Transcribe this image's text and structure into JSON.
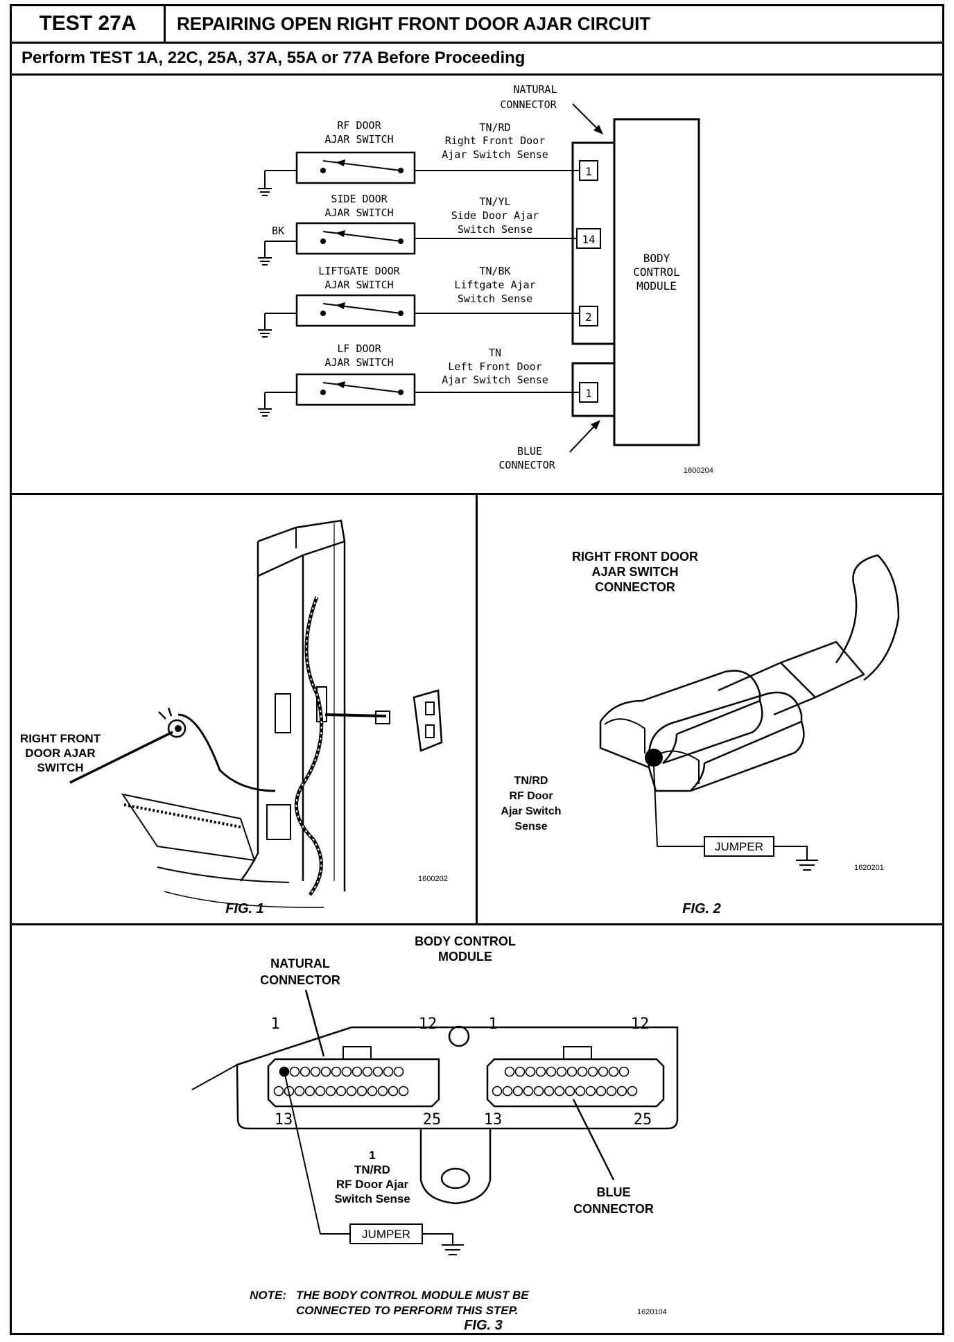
{
  "header": {
    "test_number": "TEST 27A",
    "title": "REPAIRING OPEN RIGHT FRONT DOOR AJAR CIRCUIT",
    "prerequisite": "Perform TEST 1A, 22C, 25A, 37A, 55A or 77A Before Proceeding"
  },
  "schematic": {
    "natural_connector": [
      "NATURAL",
      "CONNECTOR"
    ],
    "blue_connector": [
      "BLUE",
      "CONNECTOR"
    ],
    "module": [
      "BODY",
      "CONTROL",
      "MODULE"
    ],
    "bk_label": "BK",
    "figure_id": "1600204",
    "switches": [
      {
        "name": [
          "RF DOOR",
          "AJAR SWITCH"
        ],
        "wire": [
          "TN/RD",
          "Right Front Door",
          "Ajar Switch Sense"
        ],
        "pin": "1"
      },
      {
        "name": [
          "SIDE DOOR",
          "AJAR SWITCH"
        ],
        "wire": [
          "TN/YL",
          "Side Door Ajar",
          "Switch Sense"
        ],
        "pin": "14"
      },
      {
        "name": [
          "LIFTGATE DOOR",
          "AJAR SWITCH"
        ],
        "wire": [
          "TN/BK",
          "Liftgate Ajar",
          "Switch Sense"
        ],
        "pin": "2"
      },
      {
        "name": [
          "LF DOOR",
          "AJAR SWITCH"
        ],
        "wire": [
          "TN",
          "Left Front Door",
          "Ajar Switch Sense"
        ],
        "pin": "1"
      }
    ]
  },
  "fig1": {
    "label": [
      "RIGHT FRONT",
      "DOOR AJAR",
      "SWITCH"
    ],
    "figure_id": "1600202",
    "caption": "FIG. 1"
  },
  "fig2": {
    "title": [
      "RIGHT FRONT DOOR",
      "AJAR SWITCH",
      "CONNECTOR"
    ],
    "wire_label": [
      "TN/RD",
      "RF Door",
      "Ajar Switch",
      "Sense"
    ],
    "jumper": "JUMPER",
    "figure_id": "1620201",
    "caption": "FIG. 2"
  },
  "fig3": {
    "module": [
      "BODY CONTROL",
      "MODULE"
    ],
    "natural": [
      "NATURAL",
      "CONNECTOR"
    ],
    "blue": [
      "BLUE",
      "CONNECTOR"
    ],
    "pin_labels": {
      "one": "1",
      "twelve": "12",
      "thirteen": "13",
      "twentyfive": "25"
    },
    "wire_label": [
      "1",
      "TN/RD",
      "RF Door Ajar",
      "Switch Sense"
    ],
    "jumper": "JUMPER",
    "note_prefix": "NOTE:",
    "note": [
      "THE BODY CONTROL MODULE MUST BE",
      "CONNECTED TO PERFORM THIS STEP."
    ],
    "figure_id": "1620104",
    "caption": "FIG. 3"
  }
}
